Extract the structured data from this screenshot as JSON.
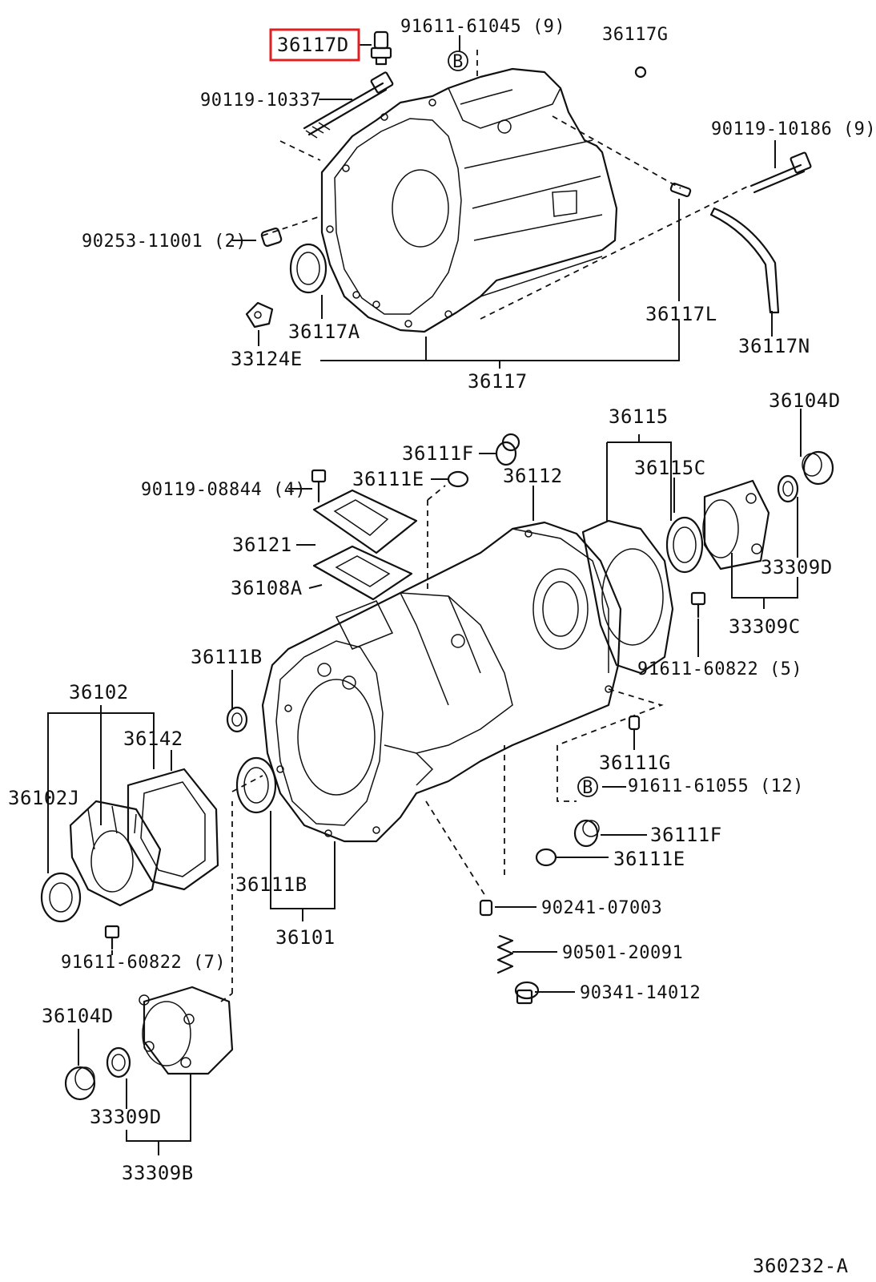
{
  "diagram_id": "360232-A",
  "highlight_color": "#e02020",
  "callouts": {
    "c36117D": "36117D",
    "c91611_61045": "91611-61045 (9)",
    "c36117G": "36117G",
    "c90119_10337": "90119-10337",
    "c90119_10186": "90119-10186 (9)",
    "c90253_11001": "90253-11001 (2)",
    "c36117L": "36117L",
    "c36117A": "36117A",
    "c36117N": "36117N",
    "c33124E": "33124E",
    "c36117": "36117",
    "c36115": "36115",
    "c36104D_top": "36104D",
    "c36111F_top": "36111F",
    "c36115C": "36115C",
    "c90119_08844": "90119-08844 (4)",
    "c36111E_top": "36111E",
    "c36112": "36112",
    "c36121": "36121",
    "c33309D_top": "33309D",
    "c36108A": "36108A",
    "c33309C": "33309C",
    "c36111B_top": "36111B",
    "c91611_60822_5": "91611-60822 (5)",
    "c36102": "36102",
    "c36142": "36142",
    "c36111G": "36111G",
    "c36102J": "36102J",
    "c91611_61055": "91611-61055 (12)",
    "c36111F_bot": "36111F",
    "c36111E_bot": "36111E",
    "c36111B_bot": "36111B",
    "c90241_07003": "90241-07003",
    "c36101": "36101",
    "c91611_60822_7": "91611-60822 (7)",
    "c90501_20091": "90501-20091",
    "c90341_14012": "90341-14012",
    "c36104D_bot": "36104D",
    "c33309D_bot": "33309D",
    "c33309B": "33309B"
  },
  "markers": {
    "b_top": "B",
    "b_mid": "B"
  }
}
